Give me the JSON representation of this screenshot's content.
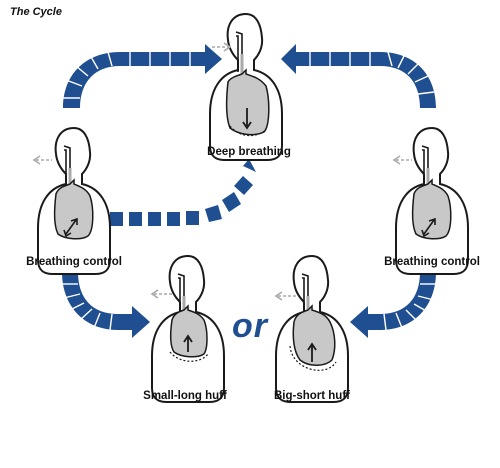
{
  "diagram": {
    "title": "The Cycle",
    "labels": {
      "deep_breathing": "Deep breathing",
      "breathing_control_left": "Breathing control",
      "breathing_control_right": "Breathing control",
      "small_long_huff": "Small-long huff",
      "big_short_huff": "Big-short huff",
      "or_word": "or"
    },
    "colors": {
      "arrow": "#1f4f91",
      "lung_fill": "#c8c8c8",
      "outline": "#1a1a1a",
      "airflow": "#a9a9a9"
    }
  }
}
